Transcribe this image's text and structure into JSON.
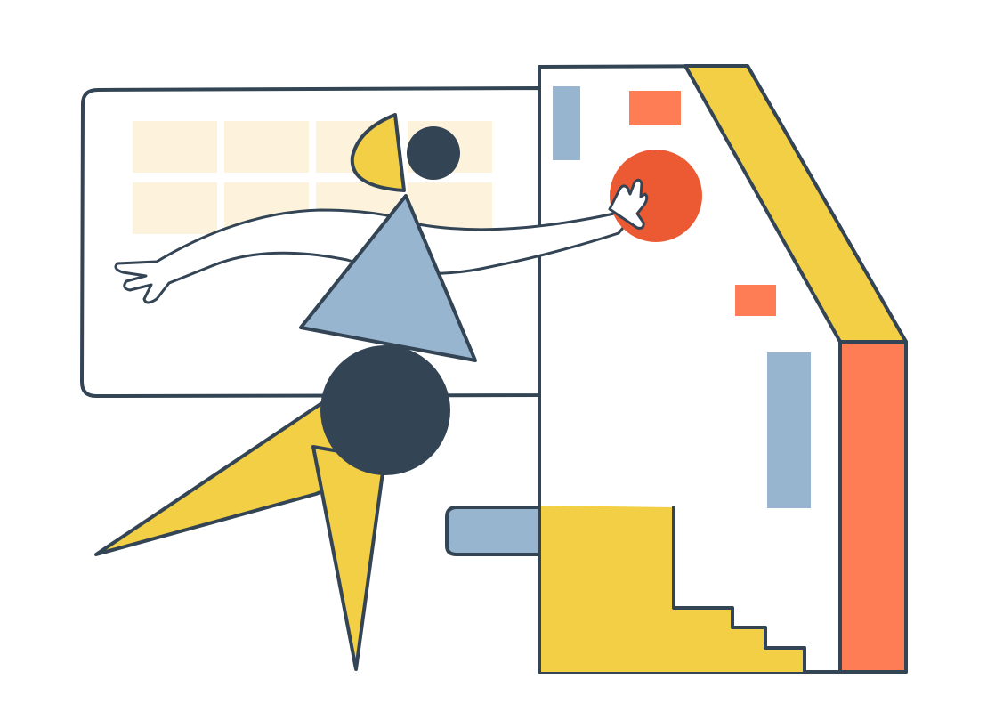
{
  "illustration": {
    "palette": {
      "ink": "#334455",
      "yellow": "#F3CF45",
      "light_yellow": "#FDF3DD",
      "blue": "#98B5CF",
      "orange": "#FF7D55",
      "red_orange": "#EB5A32",
      "paper": "#FFFFFF"
    },
    "elements": [
      "background-panel",
      "grid-tiles",
      "building-facade",
      "yellow-roof",
      "orange-pillar",
      "blue-window-bars",
      "orange-window-blocks",
      "stairs",
      "blue-ledge",
      "dancing-figure",
      "figure-head",
      "figure-torso",
      "figure-hips",
      "figure-legs",
      "figure-arm",
      "red-ball"
    ]
  }
}
